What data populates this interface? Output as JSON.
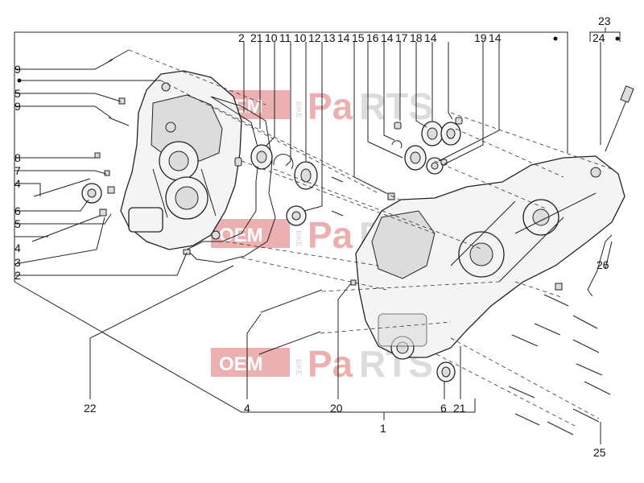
{
  "callouts": {
    "top_row": [
      "2",
      "21",
      "10",
      "11",
      "10",
      "12",
      "13",
      "14",
      "15",
      "16",
      "14",
      "17",
      "18",
      "14",
      "19",
      "14"
    ],
    "n23": "23",
    "n24": "24",
    "left": [
      "9",
      "5",
      "9",
      "8",
      "7",
      "4",
      "6",
      "5",
      "4",
      "3",
      "2"
    ],
    "n26": "26",
    "n22": "22",
    "n4b": "4",
    "n20": "20",
    "n6b": "6",
    "n21b": "21",
    "n1": "1",
    "n25": "25"
  },
  "watermark": {
    "oem": "OEM",
    "bike": "BIKE",
    "word_a": "Pa",
    "word_b": "RTS",
    "colors": {
      "red": "#e8a3a3",
      "grey": "#d6d6d6"
    }
  }
}
